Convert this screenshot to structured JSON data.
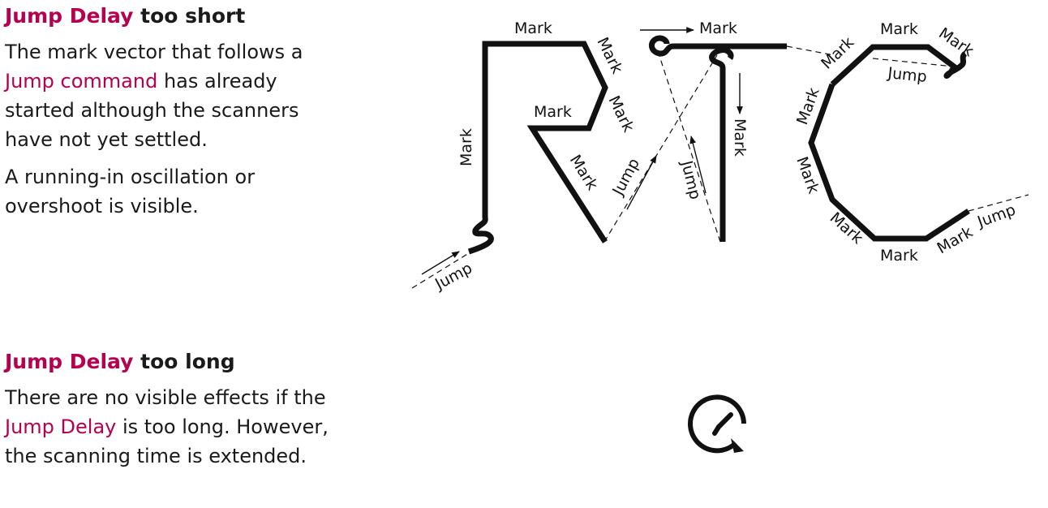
{
  "short": {
    "heading_accent": "Jump Delay",
    "heading_rest": " too short",
    "p1_before": "The mark vector that follows a ",
    "p1_accent": "Jump command",
    "p1_after": " has already started although the scanners have not yet settled.",
    "p2": "A running-in oscillation or overshoot is visible."
  },
  "long": {
    "heading_accent": "Jump Delay",
    "heading_rest": " too long",
    "p1_before": "There are no visible effects if the ",
    "p1_accent": "Jump Delay",
    "p1_after": " is too long. However, the scanning time is extended."
  },
  "diagram": {
    "mark_label": "Mark",
    "jump_label": "Jump"
  },
  "colors": {
    "accent": "#b5004f",
    "stroke": "#111111"
  },
  "icons": {
    "timer": "clock-arrow-icon"
  }
}
